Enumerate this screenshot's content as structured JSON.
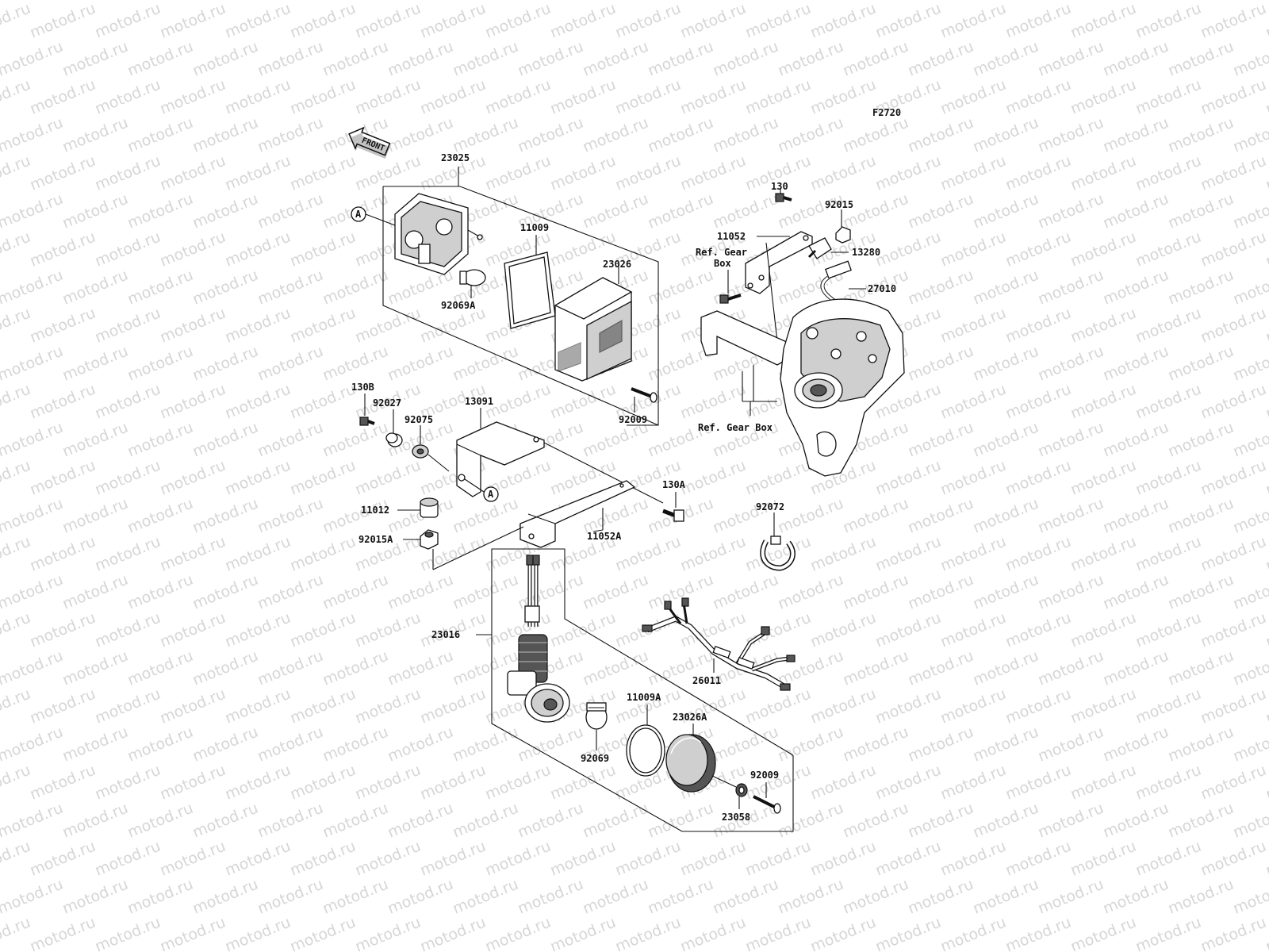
{
  "diagram": {
    "figure_code": "F2720",
    "watermark": "motod.ru",
    "front_arrow": "FRONT",
    "ref_label_a": "A",
    "parts": {
      "p23025": "23025",
      "p11009": "11009",
      "p23026": "23026",
      "p92069A": "92069A",
      "p92009_top": "92009",
      "p130B": "130B",
      "p92027": "92027",
      "p92075": "92075",
      "p13091": "13091",
      "p130A": "130A",
      "p11012": "11012",
      "p11052A": "11052A",
      "p92015A": "92015A",
      "p130": "130",
      "p92015": "92015",
      "p11052": "11052",
      "p13280": "13280",
      "p27010": "27010",
      "p92072": "92072",
      "p23016": "23016",
      "p26011": "26011",
      "p11009A": "11009A",
      "p23026A": "23026A",
      "p92069": "92069",
      "p92009_bottom": "92009",
      "p23058": "23058"
    },
    "ref_gear_box_top_line1": "Ref. Gear",
    "ref_gear_box_top_line2": "Box",
    "ref_gear_box_bottom": "Ref. Gear Box"
  }
}
